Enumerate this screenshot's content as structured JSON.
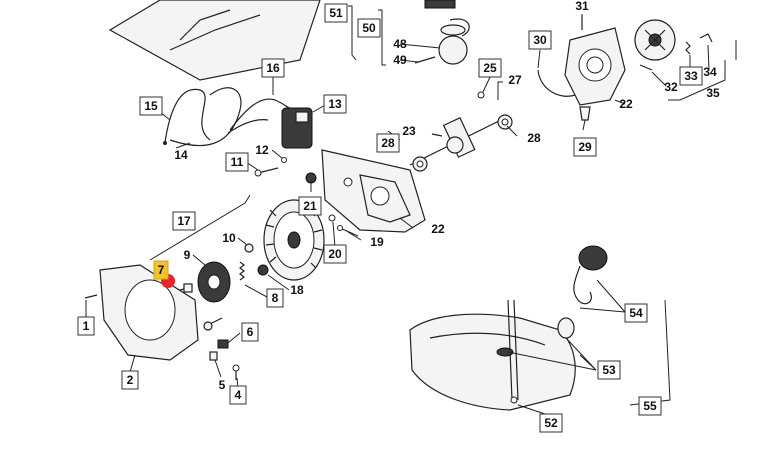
{
  "diagram": {
    "highlight_color": "#f3c32a",
    "hotspot_color": "#e8232a",
    "labels": [
      {
        "id": "1",
        "text": "1"
      },
      {
        "id": "2",
        "text": "2"
      },
      {
        "id": "4",
        "text": "4"
      },
      {
        "id": "5",
        "text": "5"
      },
      {
        "id": "6",
        "text": "6"
      },
      {
        "id": "7",
        "text": "7",
        "highlighted": true
      },
      {
        "id": "8",
        "text": "8"
      },
      {
        "id": "9",
        "text": "9"
      },
      {
        "id": "10",
        "text": "10"
      },
      {
        "id": "11",
        "text": "11"
      },
      {
        "id": "12",
        "text": "12"
      },
      {
        "id": "13",
        "text": "13"
      },
      {
        "id": "14",
        "text": "14"
      },
      {
        "id": "15",
        "text": "15"
      },
      {
        "id": "16",
        "text": "16"
      },
      {
        "id": "17",
        "text": "17"
      },
      {
        "id": "18",
        "text": "18"
      },
      {
        "id": "19",
        "text": "19"
      },
      {
        "id": "20",
        "text": "20"
      },
      {
        "id": "21",
        "text": "21"
      },
      {
        "id": "22a",
        "text": "22"
      },
      {
        "id": "22b",
        "text": "22"
      },
      {
        "id": "23",
        "text": "23"
      },
      {
        "id": "25",
        "text": "25"
      },
      {
        "id": "27",
        "text": "27"
      },
      {
        "id": "28a",
        "text": "28"
      },
      {
        "id": "28b",
        "text": "28"
      },
      {
        "id": "29",
        "text": "29"
      },
      {
        "id": "30",
        "text": "30"
      },
      {
        "id": "31",
        "text": "31"
      },
      {
        "id": "32",
        "text": "32"
      },
      {
        "id": "33",
        "text": "33"
      },
      {
        "id": "34",
        "text": "34"
      },
      {
        "id": "35",
        "text": "35"
      },
      {
        "id": "48",
        "text": "48"
      },
      {
        "id": "49",
        "text": "49"
      },
      {
        "id": "50",
        "text": "50"
      },
      {
        "id": "51",
        "text": "51"
      },
      {
        "id": "52",
        "text": "52"
      },
      {
        "id": "53",
        "text": "53"
      },
      {
        "id": "54",
        "text": "54"
      },
      {
        "id": "55",
        "text": "55"
      }
    ]
  }
}
